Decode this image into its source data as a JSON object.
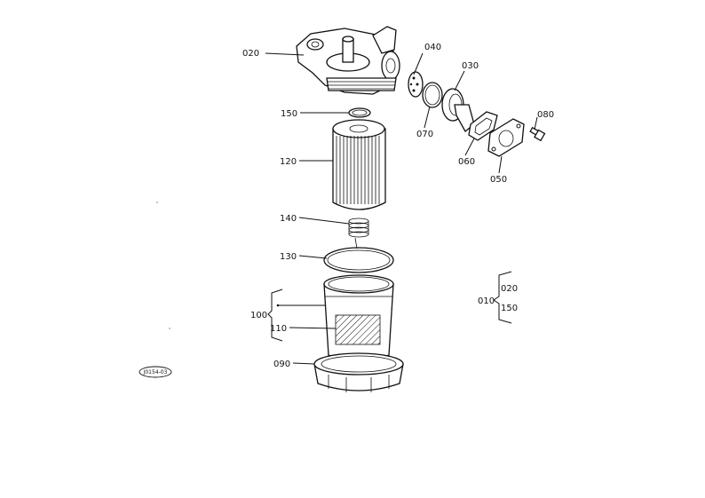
{
  "parts": {
    "p020": "020",
    "p040": "040",
    "p030": "030",
    "p080": "080",
    "p150": "150",
    "p070": "070",
    "p120": "120",
    "p060": "060",
    "p050": "050",
    "p140": "140",
    "p130": "130",
    "p100": "100",
    "p110": "110",
    "p090": "090"
  },
  "assembly": {
    "label": "010",
    "items": [
      "020",
      "150"
    ]
  },
  "stamp": "J0154-03"
}
